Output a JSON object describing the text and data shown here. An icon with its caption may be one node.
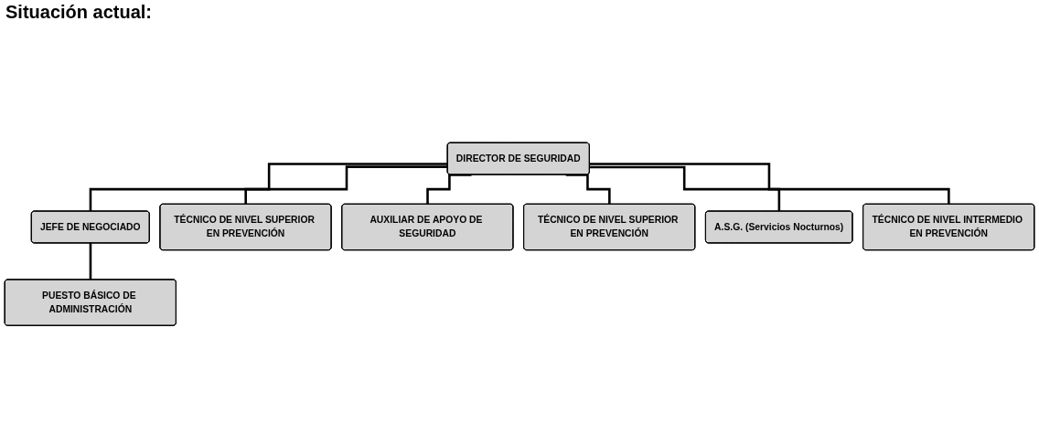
{
  "diagram": {
    "title": "Situación actual:",
    "nodes": [
      {
        "text": [
          "DIRECTOR DE SEGURIDAD"
        ]
      },
      {
        "text": [
          "JEFE DE NEGOCIADO"
        ]
      },
      {
        "text": [
          "TÉCNICO DE NIVEL SUPERIOR EN PREVENCIÓN"
        ]
      },
      {
        "text": [
          "PUESTO BÁSICO DE ADMINISTRACIÓN"
        ]
      },
      {
        "text": [
          "AUXILIAR DE APOYO DE SEGURIDAD"
        ]
      },
      {
        "text": [
          "TÉCNICO DE NIVEL SUPERIOR EN PREVENCIÓN"
        ]
      },
      {
        "text": [
          "A.S.G. (Servicios Nocturnos)"
        ]
      },
      {
        "text": [
          "TÉCNICO DE NIVEL INTERMEDIO EN PREVENCIÓN"
        ]
      }
    ],
    "edges": [
      {
        "from": 0,
        "to": 1,
        "arrow": "none"
      },
      {
        "from": 0,
        "to": 2,
        "arrow": "none"
      },
      {
        "from": 1,
        "to": 3,
        "arrow": "none"
      },
      {
        "from": 0,
        "to": 4,
        "arrow": "none"
      },
      {
        "from": 0,
        "to": 5,
        "arrow": "none"
      },
      {
        "from": 0,
        "to": 6,
        "arrow": "none"
      },
      {
        "from": 0,
        "to": 7,
        "arrow": "none"
      }
    ]
  }
}
